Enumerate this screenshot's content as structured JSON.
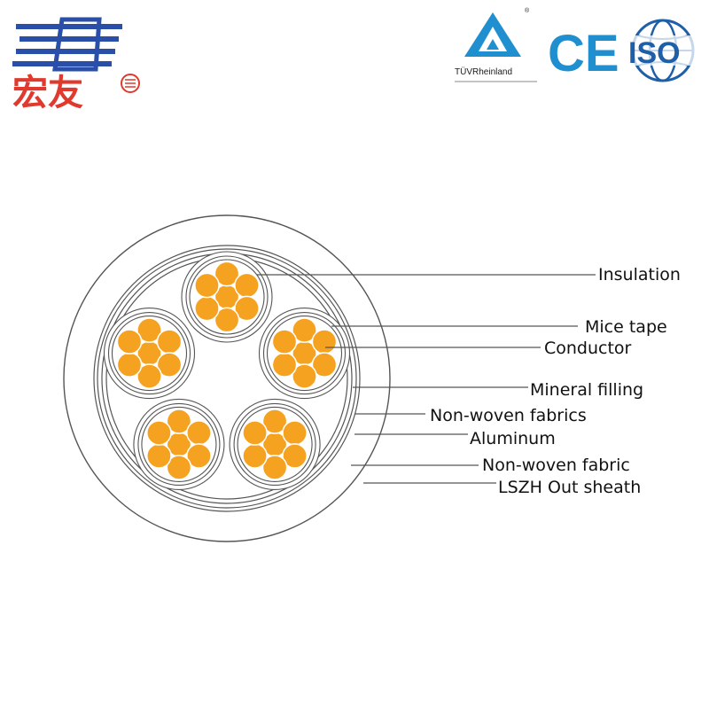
{
  "logos": {
    "brand": {
      "name": "宏友",
      "icon": "brand-logo-icon",
      "color_blue": "#2a4fa8",
      "color_red": "#e03a2e"
    },
    "tuv": {
      "text": "TÜVRheinland",
      "icon": "tuv-triangle-icon",
      "color": "#1f8fd0"
    },
    "ce": {
      "text": "CE",
      "color": "#1f8fd0"
    },
    "iso": {
      "text": "ISO",
      "icon": "globe-icon",
      "color": "#1f5fa8"
    }
  },
  "diagram": {
    "conductor_color": "#f5a221",
    "line_color": "#555555",
    "labels": [
      "Insulation",
      "Mice tape",
      "Conductor",
      "Mineral filling",
      "Non-woven fabrics",
      "Aluminum",
      "Non-woven fabric",
      "LSZH Out sheath"
    ]
  }
}
